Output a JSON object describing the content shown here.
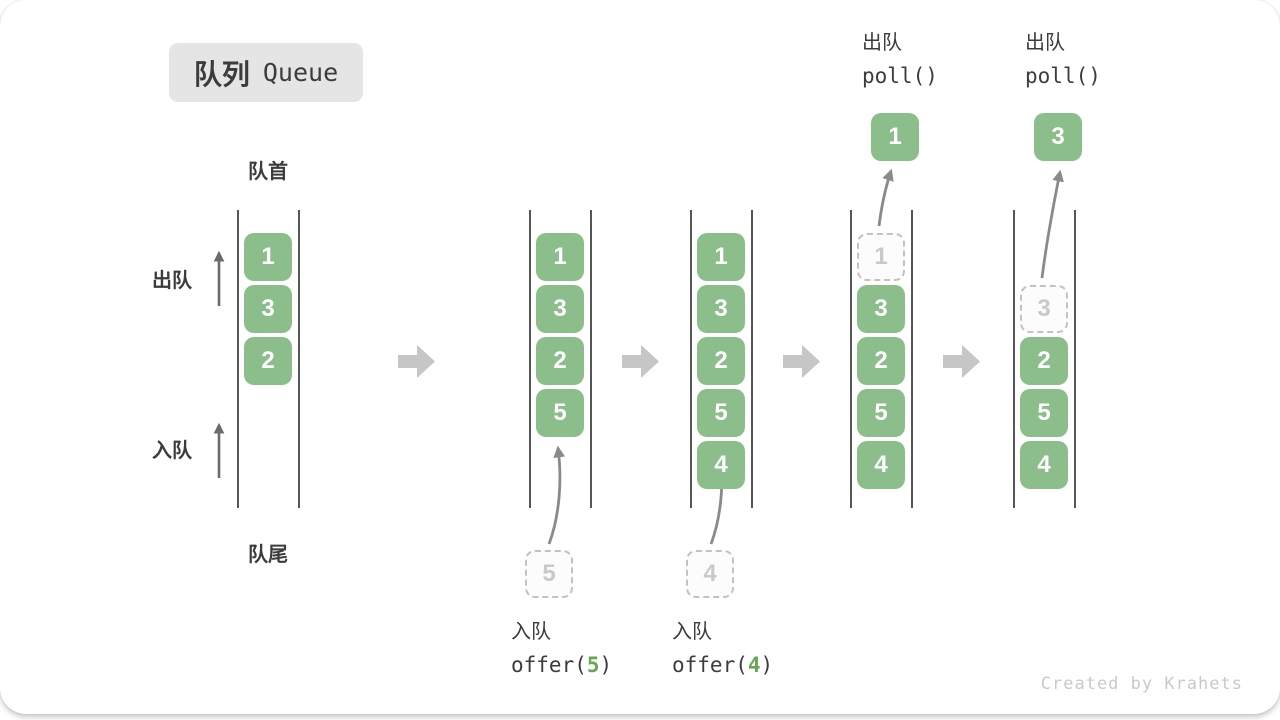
{
  "title": {
    "zh": "队列",
    "en": "Queue"
  },
  "side_labels": {
    "front": "队首",
    "rear": "队尾",
    "dequeue": "出队",
    "enqueue": "入队"
  },
  "queues": [
    {
      "cells": [
        {
          "slot": 0,
          "value": "1",
          "style": "solid"
        },
        {
          "slot": 1,
          "value": "3",
          "style": "solid"
        },
        {
          "slot": 2,
          "value": "2",
          "style": "solid"
        }
      ]
    },
    {
      "cells": [
        {
          "slot": 0,
          "value": "1",
          "style": "solid"
        },
        {
          "slot": 1,
          "value": "3",
          "style": "solid"
        },
        {
          "slot": 2,
          "value": "2",
          "style": "solid"
        },
        {
          "slot": 3,
          "value": "5",
          "style": "solid"
        }
      ],
      "incoming_value": "5",
      "operation_bottom": {
        "action": "入队",
        "code_before": "offer(",
        "code_arg": "5",
        "code_after": ")"
      }
    },
    {
      "cells": [
        {
          "slot": 0,
          "value": "1",
          "style": "solid"
        },
        {
          "slot": 1,
          "value": "3",
          "style": "solid"
        },
        {
          "slot": 2,
          "value": "2",
          "style": "solid"
        },
        {
          "slot": 3,
          "value": "5",
          "style": "solid"
        },
        {
          "slot": 4,
          "value": "4",
          "style": "solid"
        }
      ],
      "incoming_value": "4",
      "operation_bottom": {
        "action": "入队",
        "code_before": "offer(",
        "code_arg": "4",
        "code_after": ")"
      }
    },
    {
      "cells": [
        {
          "slot": 0,
          "value": "1",
          "style": "dashed"
        },
        {
          "slot": 1,
          "value": "3",
          "style": "solid"
        },
        {
          "slot": 2,
          "value": "2",
          "style": "solid"
        },
        {
          "slot": 3,
          "value": "5",
          "style": "solid"
        },
        {
          "slot": 4,
          "value": "4",
          "style": "solid"
        }
      ],
      "outgoing_value": "1",
      "operation_top": {
        "action": "出队",
        "code": "poll()"
      }
    },
    {
      "cells": [
        {
          "slot": 1,
          "value": "3",
          "style": "dashed"
        },
        {
          "slot": 2,
          "value": "2",
          "style": "solid"
        },
        {
          "slot": 3,
          "value": "5",
          "style": "solid"
        },
        {
          "slot": 4,
          "value": "4",
          "style": "solid"
        }
      ],
      "outgoing_value": "3",
      "operation_top": {
        "action": "出队",
        "code": "poll()"
      }
    }
  ],
  "credit": "Created by Krahets",
  "colors": {
    "box_green": "#8cbe8c",
    "code_green": "#64a853",
    "text_dark": "#3c3c3c",
    "title_bg": "#e5e5e5",
    "wall": "#565656",
    "block_arrow": "#c6c6c6",
    "thin_arrow": "#8a8a8a",
    "side_arrow": "#6b6b6b",
    "dashed_border": "#c2c2c2",
    "dashed_text": "#c9c9c9",
    "credit": "#c9c9c9"
  }
}
